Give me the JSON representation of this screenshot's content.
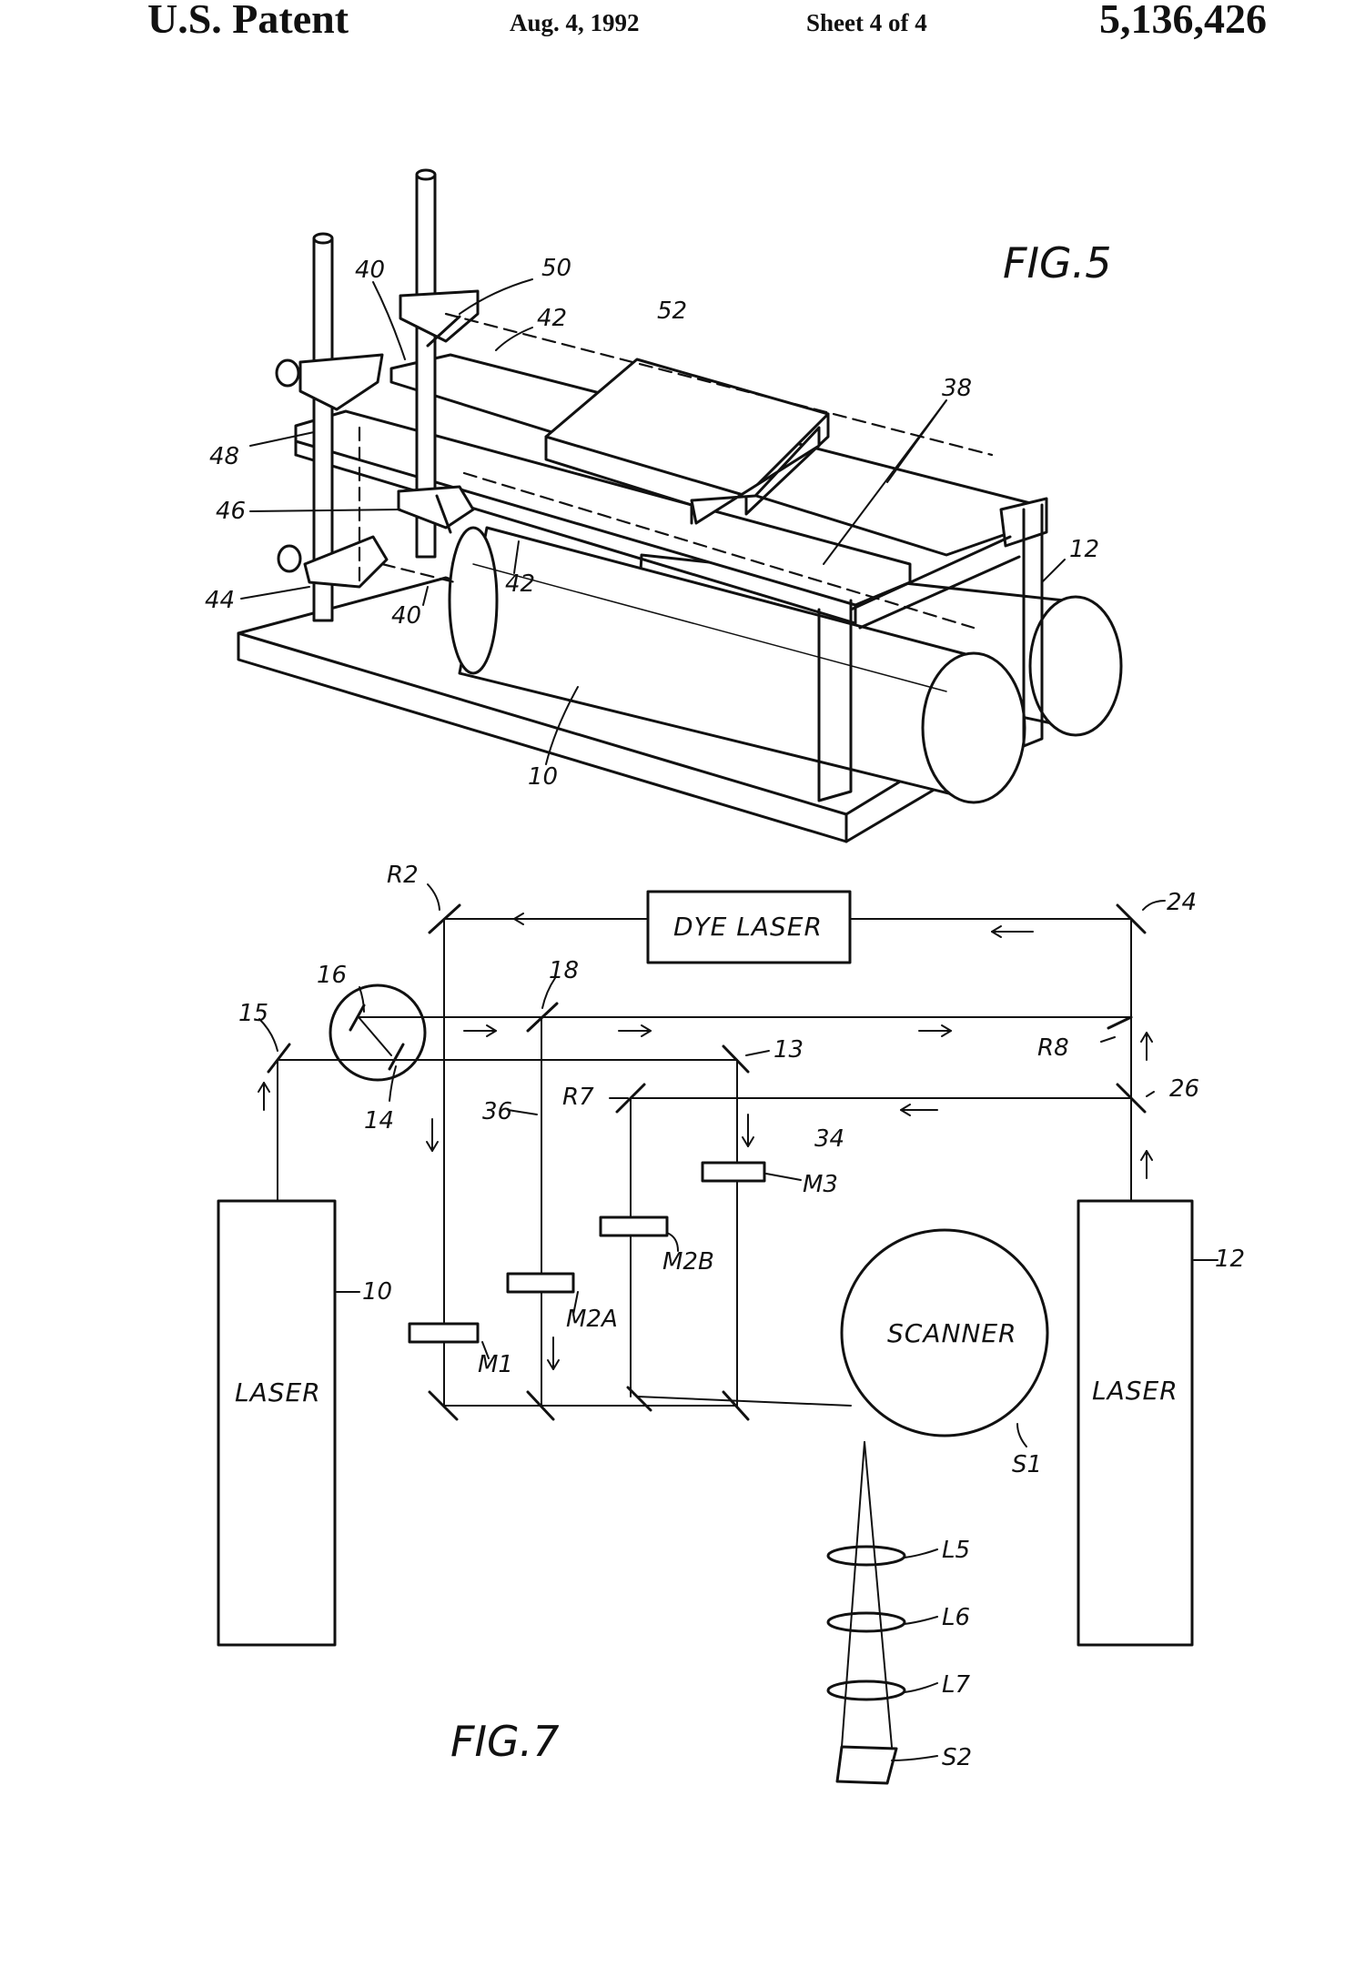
{
  "header": {
    "title": "U.S. Patent",
    "date": "Aug. 4, 1992",
    "sheet": "Sheet 4 of 4",
    "patent_number": "5,136,426"
  },
  "fig5": {
    "title": "FIG.5",
    "labels": {
      "l50": "50",
      "l40a": "40",
      "l42a": "42",
      "l52": "52",
      "l38": "38",
      "l48": "48",
      "l46": "46",
      "l44": "44",
      "l42b": "42",
      "l40b": "40",
      "l12": "12",
      "l10": "10"
    }
  },
  "fig7": {
    "title": "FIG.7",
    "dye_laser": "DYE LASER",
    "laser_left": "LASER",
    "laser_right": "LASER",
    "scanner": "SCANNER",
    "labels": {
      "R2": "R2",
      "l24": "24",
      "l16": "16",
      "l18": "18",
      "l15": "15",
      "l13": "13",
      "R8": "R8",
      "R7": "R7",
      "l26": "26",
      "l14": "14",
      "l36": "36",
      "l34": "34",
      "M3": "M3",
      "M2B": "M2B",
      "M2A": "M2A",
      "M1": "M1",
      "l10": "10",
      "l12": "12",
      "S1": "S1",
      "L5": "L5",
      "L6": "L6",
      "L7": "L7",
      "S2": "S2"
    }
  }
}
